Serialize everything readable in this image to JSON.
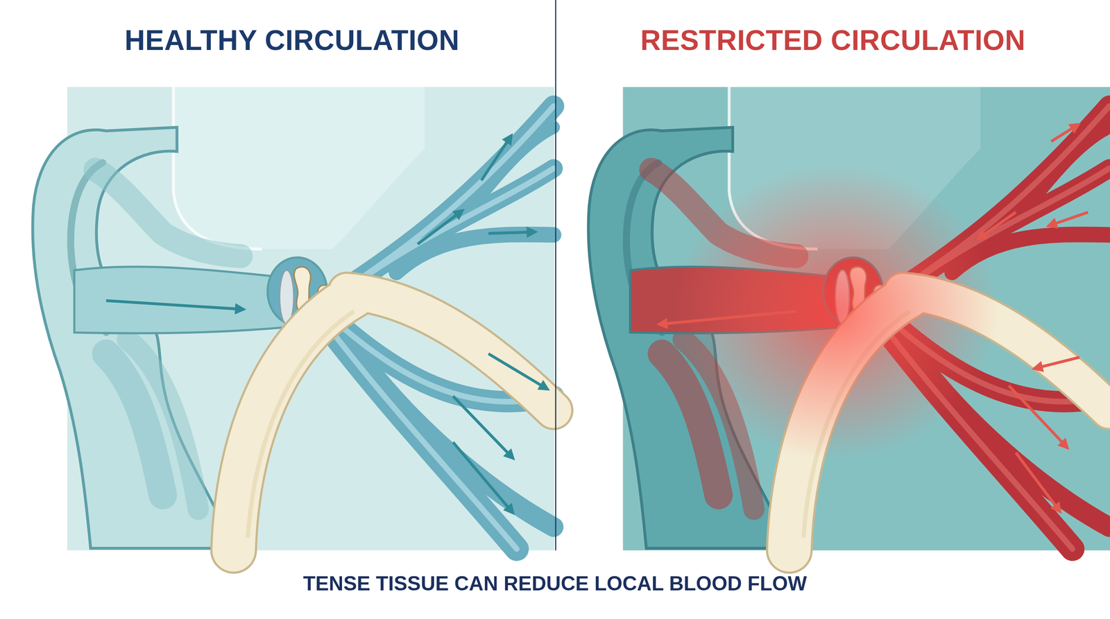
{
  "diagram": {
    "caption": "TENSE TISSUE CAN REDUCE LOCAL BLOOD FLOW",
    "nodes": [
      {
        "text": [
          "HEALTHY CIRCULATION"
        ]
      },
      {
        "text": [
          "RESTRICTED CIRCULATION"
        ]
      }
    ]
  }
}
